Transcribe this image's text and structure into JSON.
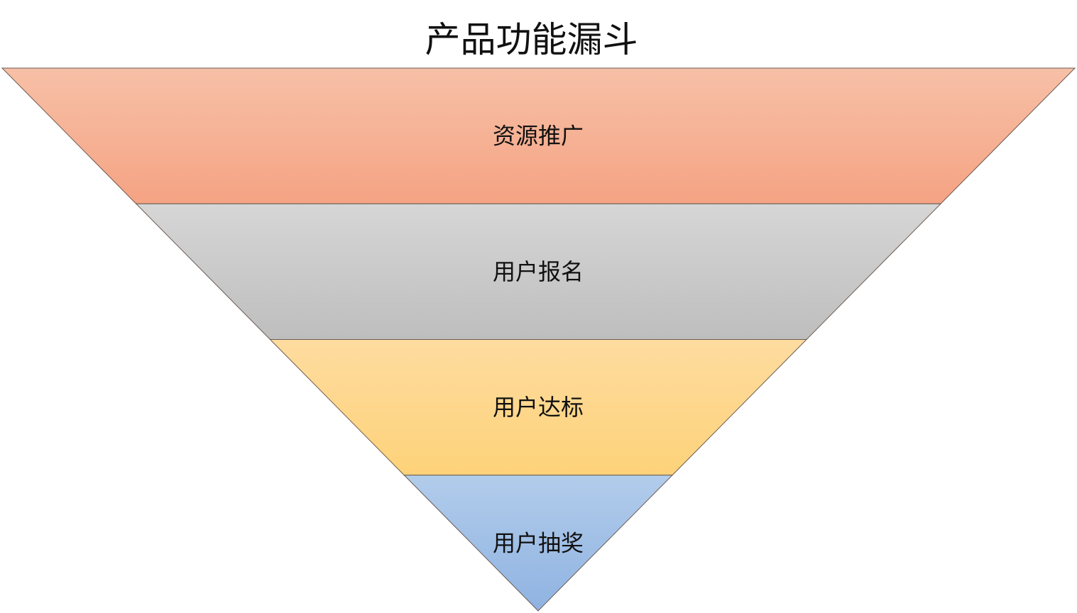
{
  "title": "产品功能漏斗",
  "layers": [
    {
      "label": "资源推广",
      "color_top": "#f7c0a7",
      "color_bottom": "#f5a383"
    },
    {
      "label": "用户报名",
      "color_top": "#d6d6d6",
      "color_bottom": "#bebebe"
    },
    {
      "label": "用户达标",
      "color_top": "#fedca0",
      "color_bottom": "#fdd279"
    },
    {
      "label": "用户抽奖",
      "color_top": "#b2cceb",
      "color_bottom": "#8fb3e1"
    }
  ]
}
